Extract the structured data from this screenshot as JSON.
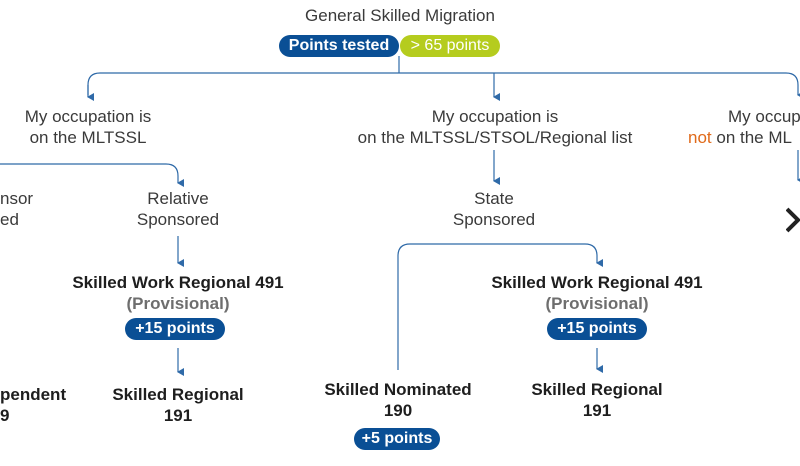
{
  "title": "General Skilled Migration",
  "header_badges": {
    "points_tested": "Points tested",
    "threshold": "> 65 points"
  },
  "columns": {
    "left": {
      "line1": "My occupation is",
      "line2": "on the MLTSSL"
    },
    "middle": {
      "line1": "My occupation is",
      "line2": "on the MLTSSL/STSOL/Regional list"
    },
    "right": {
      "line1": "My occupa",
      "line2_not": "not",
      "line2_rest": " on the ML"
    }
  },
  "left_branches": {
    "employer_sponsored": {
      "line1": "nsor",
      "line2": "ed"
    },
    "relative_sponsored": {
      "line1": "Relative",
      "line2": "Sponsored"
    }
  },
  "middle_branch": {
    "line1": "State",
    "line2": "Sponsored"
  },
  "visas": {
    "left_491": {
      "line1": "Skilled Work Regional 491",
      "line2": "(Provisional)",
      "points": "+15 points"
    },
    "left_191": {
      "line1": "Skilled Regional",
      "line2": "191"
    },
    "left_independent": {
      "line1": "pendent",
      "line2": "9"
    },
    "middle_190": {
      "line1": "Skilled Nominated",
      "line2": "190",
      "points": "+5 points"
    },
    "middle_491": {
      "line1": "Skilled Work Regional 491",
      "line2": "(Provisional)",
      "points": "+15 points"
    },
    "middle_191": {
      "line1": "Skilled Regional",
      "line2": "191"
    }
  },
  "colors": {
    "primary": "#0a4f95",
    "accent_green": "#b5cc1e",
    "not_orange": "#e06a1a",
    "line": "#2f6aa8"
  },
  "icons": {
    "right_edge": "chevron-right-icon"
  }
}
